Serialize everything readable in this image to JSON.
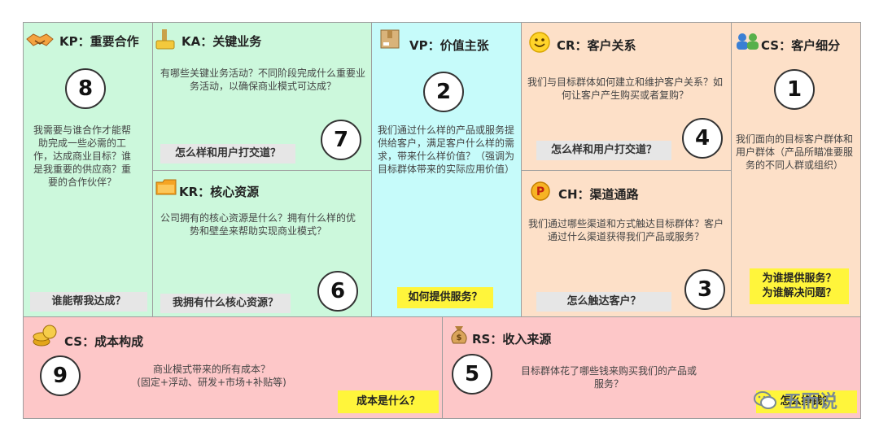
{
  "kp": {
    "title": "KP：重要合作",
    "number": "8",
    "desc": "我需要与谁合作才能帮助完成一些必需的工作，达成商业目标？谁是我重要的供应商？重要的合作伙伴？",
    "question": "谁能帮我达成？",
    "icon": "handshake-icon"
  },
  "ka": {
    "title": "KA：关键业务",
    "number": "7",
    "desc": "有哪些关键业务活动？不同阶段完成什么重要业务活动，以确保商业模式可达成？",
    "question": "怎么样和用户打交道？",
    "icon": "worker-icon"
  },
  "kr": {
    "title": "KR：核心资源",
    "number": "6",
    "desc": "公司拥有的核心资源是什么？拥有什么样的优势和壁垒来帮助实现商业模式？",
    "question": "我拥有什么核心资源？",
    "icon": "folder-icon"
  },
  "vp": {
    "title": "VP：价值主张",
    "number": "2",
    "desc": "我们通过什么样的产品或服务提供给客户，满足客户什么样的需求，带来什么样价值？（强调为目标群体带来的实际应用价值）",
    "question": "如何提供服务？",
    "icon": "box-icon"
  },
  "cr": {
    "title": "CR：客户关系",
    "number": "4",
    "desc": "我们与目标群体如何建立和维护客户关系？如何让客户产生购买或者复购？",
    "question": "怎么样和用户打交道？",
    "icon": "smiley-icon"
  },
  "ch": {
    "title": "CH：渠道通路",
    "number": "3",
    "desc": "我们通过哪些渠道和方式触达目标群体？客户通过什么渠道获得我们产品或服务？",
    "question": "怎么触达客户？",
    "icon": "channel-icon"
  },
  "cs": {
    "title": "CS：客户细分",
    "number": "1",
    "desc": "我们面向的目标客户群体和用户群体（产品所瞄准要服务的不同人群或组织）",
    "question_line1": "为谁提供服务？",
    "question_line2": "为谁解决问题？",
    "icon": "people-icon"
  },
  "cost": {
    "title": "CS：成本构成",
    "number": "9",
    "desc_line1": "商业模式带来的所有成本？",
    "desc_line2": "(固定+浮动、研发+市场+补贴等)",
    "question": "成本是什么？",
    "icon": "coins-icon"
  },
  "rs": {
    "title": "RS：收入来源",
    "number": "5",
    "desc_line1": "目标群体花了哪些钱来购买我们的产品或",
    "desc_line2": "服务？",
    "question": "怎么挣钱？",
    "icon": "money-bag-icon"
  },
  "watermark": {
    "text": "五而说",
    "icon": "wechat-icon"
  },
  "colors": {
    "green": "#ccf8dc",
    "cyan": "#c6fbfa",
    "peach": "#fde0c8",
    "pink": "#fdc7c8",
    "yellow": "#fff53b",
    "gray_box": "#e6e6e6"
  }
}
